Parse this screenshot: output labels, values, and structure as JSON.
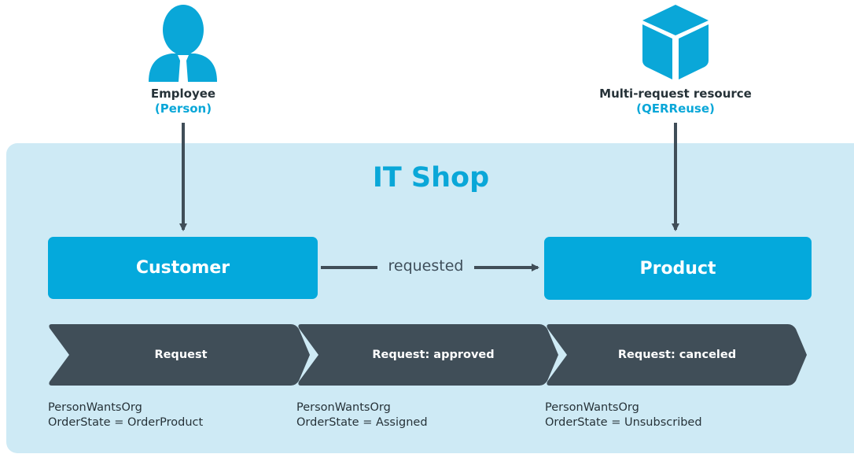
{
  "colors": {
    "panel": "#ceeaf5",
    "box": "#04a9dc",
    "accent_text": "#0aa7d8",
    "dark": "#404e58",
    "arrow": "#404e58"
  },
  "actors": {
    "employee": {
      "label": "Employee",
      "type": "(Person)",
      "icon": "person-icon"
    },
    "resource": {
      "label": "Multi-request resource",
      "type": "(QERReuse)",
      "icon": "cube-icon"
    }
  },
  "panel": {
    "title": "IT Shop"
  },
  "nodes": {
    "customer": "Customer",
    "product": "Product"
  },
  "edge": {
    "label": "requested"
  },
  "process_steps": [
    {
      "label": "Request",
      "table": "PersonWantsOrg",
      "state": "OrderState = OrderProduct"
    },
    {
      "label": "Request: approved",
      "table": "PersonWantsOrg",
      "state": "OrderState = Assigned"
    },
    {
      "label": "Request: canceled",
      "table": "PersonWantsOrg",
      "state": "OrderState = Unsubscribed"
    }
  ]
}
